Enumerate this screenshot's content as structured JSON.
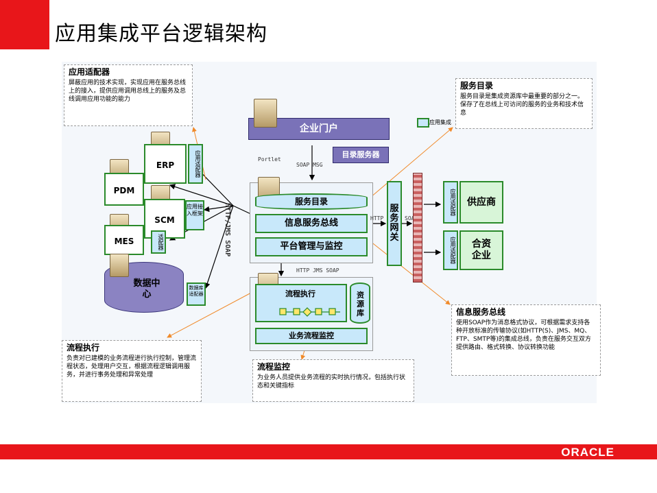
{
  "slide": {
    "title": "应用集成平台逻辑架构",
    "logo_text": "ORACLE"
  },
  "callouts": {
    "adapter": {
      "title": "应用适配器",
      "text": "屏蔽应用的技术实现，实现应用在服务总线上的接入，提供应用调用总线上的服务及总线调用应用功能的能力"
    },
    "directory": {
      "title": "服务目录",
      "text": "服务目录是集成资源库中最重要的部分之一。保存了在总线上可访问的服务的业务和技术信息"
    },
    "bus": {
      "title": "信息服务总线",
      "text": "使用SOAP作为消息格式协议，可根据需求支持各种开放标准的传输协议(如HTTP(S)、JMS、MQ、FTP、SMTP等)的集成总线，负责在服务交互双方提供路由、格式转换、协议转换功能"
    },
    "flow_exec": {
      "title": "流程执行",
      "text": "负责对已建模的业务流程进行执行控制，管理流程状态，处理用户交互，根据流程逻辑调用服务，并进行事务处理和异常处理"
    },
    "flow_monitor": {
      "title": "流程监控",
      "text": "为业务人员提供业务流程的实时执行情况，包括执行状态和关键指标"
    }
  },
  "apps": {
    "erp": "ERP",
    "pdm": "PDM",
    "scm": "SCM",
    "mes": "MES",
    "data_center": "数据中心",
    "erp_adapter": "应用适配器",
    "scm_adapter": "应用接入框架",
    "mes_adapter": "适配器",
    "db_adapter": "数据库适配器"
  },
  "platform": {
    "portal": "企业门户",
    "dir_server": "目录服务器",
    "service_dir": "服务目录",
    "info_bus": "信息服务总线",
    "mgmt": "平台管理与监控",
    "gateway": "服务网关",
    "flow_exec": "流程执行",
    "resource_lib": "资源库",
    "flow_monitor": "业务流程监控",
    "legend_text": "应用集成"
  },
  "partners": {
    "supplier": "供应商",
    "jv": "合资企业",
    "adapter1": "应用适配器",
    "adapter2": "应用适配器"
  },
  "protocols": {
    "portlet": "Portlet",
    "soap_msg": "SOAP MSG",
    "http_jms_soap_v": "HTTP/JMS SOAP",
    "http_jms_soap_h": "HTTP JMS SOAP",
    "http": "HTTP",
    "soap": "SOAP"
  }
}
